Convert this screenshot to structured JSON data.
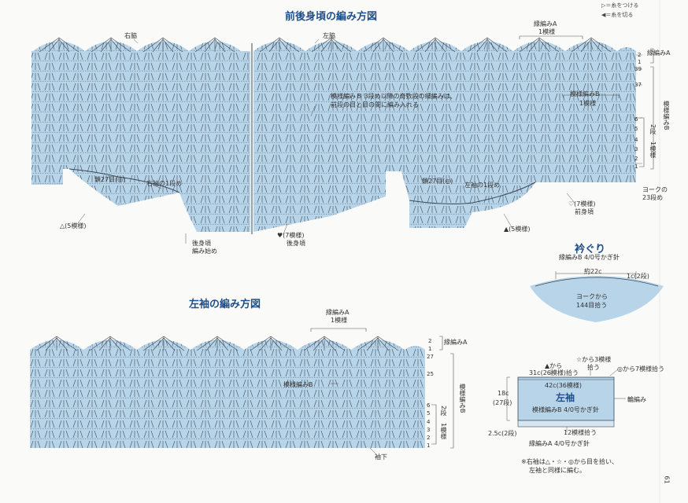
{
  "legend": {
    "attach_yarn": "＝糸をつける",
    "cut_yarn": "＝糸を切る"
  },
  "body_diagram": {
    "title": "前後身頃の編み方図",
    "right_side": "右脇",
    "left_side": "左脇",
    "edge_a_label": "縁編みA",
    "edge_a_repeat": "1模様",
    "pattern_b_label": "模様編みB",
    "pattern_b_repeat": "1模様",
    "pattern_b_note_1": "模様編みＢ 3段め以降の奇数段の細編みは、",
    "pattern_b_note_2": "前段の目と目の間に編み入れる",
    "chain_right": "鎖27目(◎)",
    "right_sleeve_row": "右袖の1段め",
    "chain_left": "鎖27目(◎)",
    "left_sleeve_row": "左袖の1段め",
    "back_start_1": "後身頃",
    "back_start_2": "編み始め",
    "back_yoke": "♥(7模様)",
    "back_yoke_label": "後身頃",
    "tri_left": "△(5模様)",
    "tri_right": "▲(5模様)",
    "front_yoke": "♡(7模様)",
    "front_yoke_label": "前身頃",
    "yoke_label_1": "ヨークの",
    "yoke_label_2": "23段め",
    "side_edge": "縁編みA",
    "side_pattern": "模様編みB",
    "side_2rows": "2段",
    "side_1repeat": "1模様",
    "row_numbers": [
      "2",
      "1",
      "39",
      "37",
      "6",
      "5",
      "4",
      "3",
      "2",
      "1"
    ]
  },
  "sleeve_diagram": {
    "title": "左袖の編み方図",
    "edge_a_label": "縁編みA",
    "edge_a_repeat": "1模様",
    "pattern_b_label": "模様編みB",
    "side_edge": "縁編みA",
    "side_pattern": "模様編みB",
    "side_2rows": "2段",
    "side_1repeat": "1模様",
    "underarm": "袖下",
    "row_numbers": [
      "2",
      "1",
      "27",
      "25",
      "6",
      "5",
      "4",
      "3",
      "2",
      "1"
    ]
  },
  "collar": {
    "title": "衿ぐり",
    "spec": "縁編みB 4/0号かぎ針",
    "width": "約22c",
    "depth": "1c(2段)",
    "pickup_1": "ヨークから",
    "pickup_2": "144目拾う"
  },
  "left_sleeve_schematic": {
    "title": "左袖",
    "tri_from": "▲から",
    "from_31c": "31c(26模様)拾う",
    "star_from": "☆から3模様",
    "star_pick": "拾う",
    "circle_from": "◎から7模様拾う",
    "width": "42c(36模様)",
    "spec": "模様編みB 4/0号かぎ針",
    "edge_right": "輪編み",
    "height": "18c",
    "height_rows": "(27段)",
    "edge_bottom": "2.5c(2段)",
    "edge_spec": "縁編みA 4/0号かぎ針",
    "bottom_pick": "12模様拾う"
  },
  "footnote": {
    "line1": "※右袖は△・☆・◎から目を拾い、",
    "line2": "左袖と同様に編む。"
  },
  "page_number": "61",
  "colors": {
    "fabric": "#b8d4e8",
    "stitch": "#3a4a5a",
    "title": "#1f4f8a"
  }
}
